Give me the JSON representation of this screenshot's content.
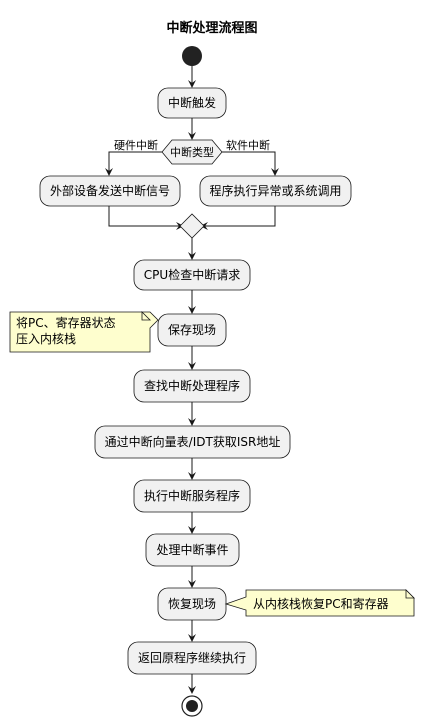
{
  "title": "中断处理流程图",
  "decision": {
    "label": "中断类型",
    "left_branch": "硬件中断",
    "right_branch": "软件中断"
  },
  "nodes": {
    "trigger": "中断触发",
    "hw_source": "外部设备发送中断信号",
    "sw_source": "程序执行异常或系统调用",
    "cpu_check": "CPU检查中断请求",
    "save_context": "保存现场",
    "find_handler": "查找中断处理程序",
    "get_isr": "通过中断向量表/IDT获取ISR地址",
    "run_isr": "执行中断服务程序",
    "handle_event": "处理中断事件",
    "restore_context": "恢复现场",
    "return": "返回原程序继续执行"
  },
  "notes": {
    "save_context": [
      "将PC、寄存器状态",
      "压入内核栈"
    ],
    "restore_context": [
      "从内核栈恢复PC和寄存器"
    ]
  },
  "colors": {
    "node_fill": "#f1f1f1",
    "note_fill": "#fefece",
    "stroke": "#181818"
  }
}
